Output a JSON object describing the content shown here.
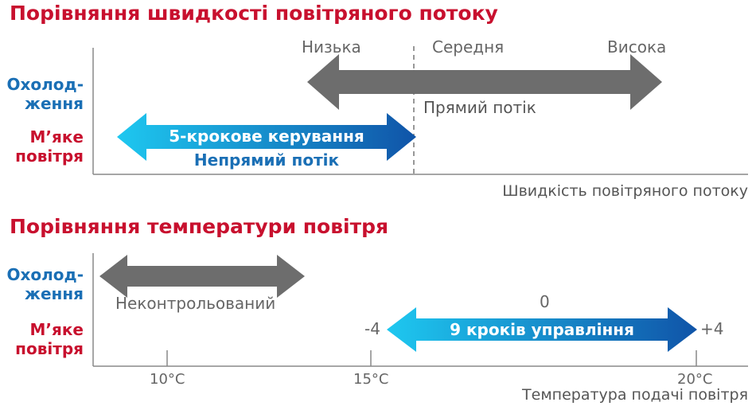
{
  "airflow": {
    "title": "Порівняння швидкості повітряного потоку",
    "rows": {
      "cooling": "Охолод-\nження",
      "soft": "М’яке\nповітря"
    },
    "levels": {
      "low": "Низька",
      "medium": "Середня",
      "high": "Висока"
    },
    "direct_label": "Прямий потік",
    "indirect_arrow_label": "5-крокове керування",
    "indirect_label": "Непрямий потік",
    "axis_caption": "Швидкість повітряного потоку"
  },
  "temperature": {
    "title": "Порівняння температури повітря",
    "rows": {
      "cooling": "Охолод-\nження",
      "soft": "М’яке\nповітря"
    },
    "uncontrolled_label": "Неконтрольований",
    "steps_arrow_label": "9 кроків управління",
    "min_label": "-4",
    "zero_label": "0",
    "max_label": "+4",
    "ticks": [
      "10°C",
      "15°C",
      "20°C"
    ],
    "axis_caption": "Температура подачі повітря"
  },
  "colors": {
    "title_red": "#c8102e",
    "label_blue": "#1a6fb5",
    "grey_arrow": "#6d6d6d",
    "gradient_start": "#1ec8f0",
    "gradient_end": "#1054a8"
  }
}
